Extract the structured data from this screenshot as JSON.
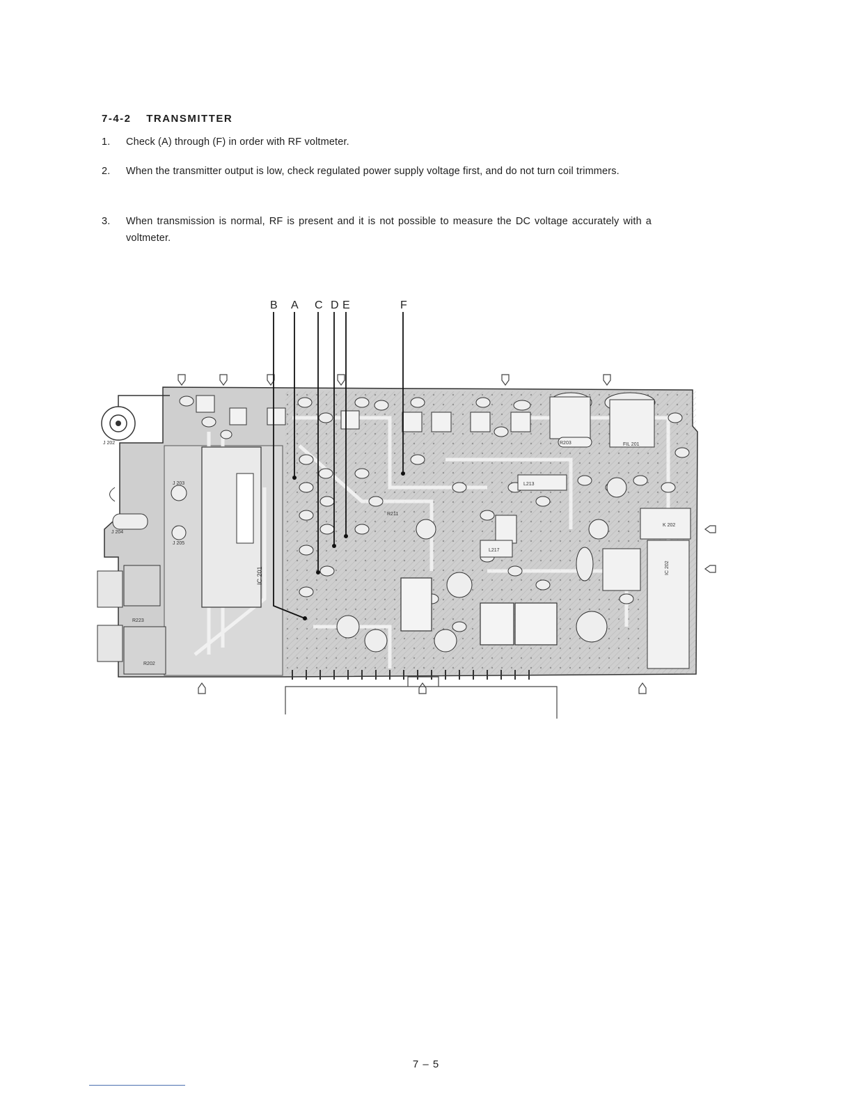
{
  "section": {
    "number": "7-4-2",
    "title": "TRANSMITTER"
  },
  "steps": [
    {
      "num": "1.",
      "text": "Check (A) through (F) in order with RF voltmeter."
    },
    {
      "num": "2.",
      "text": "When the transmitter output is low, check regulated power supply voltage first, and do not turn coil trimmers."
    },
    {
      "num": "3.",
      "text": "When transmission is normal, RF is present and it is not possible to measure the DC voltage accurately with a voltmeter."
    }
  ],
  "figure": {
    "probe_labels": [
      "B",
      "A",
      "C",
      "D",
      "E",
      "F"
    ],
    "board_labels": {
      "j202": "J 202",
      "j203": "J 203",
      "j204": "J 204",
      "j205": "J 205",
      "ic201": "IC 201",
      "r202": "R202",
      "r211": "R211",
      "r223": "R223",
      "l213": "L213",
      "l217": "L217",
      "k202": "K 202",
      "fil201": "FIL 201",
      "ic202": "IC 202",
      "r203": "R203"
    }
  },
  "page_number": "7 – 5"
}
